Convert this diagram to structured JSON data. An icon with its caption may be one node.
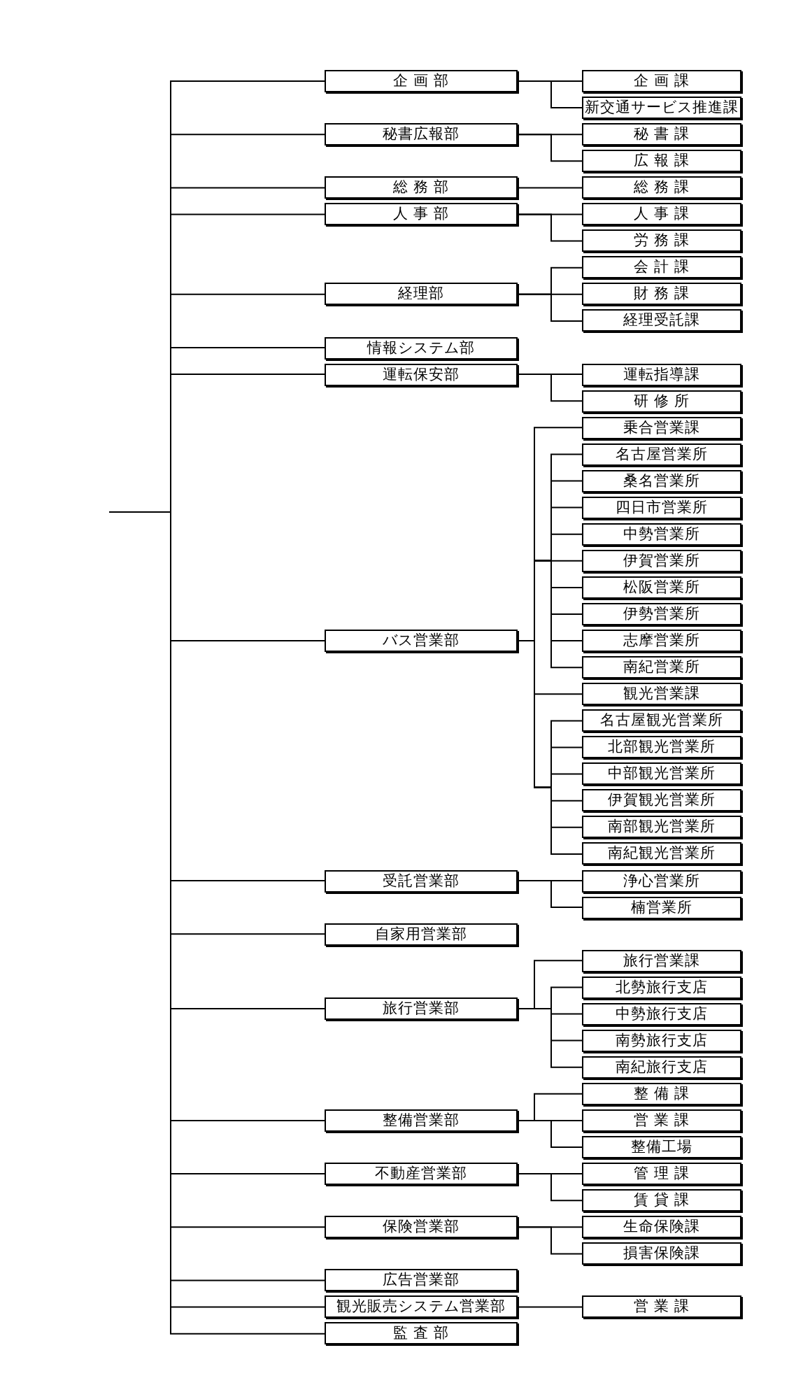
{
  "diagram": {
    "nodes": [
      {
        "text": [
          "企 画 部"
        ]
      },
      {
        "text": [
          "企 画 課"
        ]
      },
      {
        "text": [
          "新交通サービス推進課"
        ]
      },
      {
        "text": [
          "秘書広報部"
        ]
      },
      {
        "text": [
          "秘 書 課"
        ]
      },
      {
        "text": [
          "広 報 課"
        ]
      },
      {
        "text": [
          "総 務 部"
        ]
      },
      {
        "text": [
          "総 務 課"
        ]
      },
      {
        "text": [
          "人 事 部"
        ]
      },
      {
        "text": [
          "人 事 課"
        ]
      },
      {
        "text": [
          "労 務 課"
        ]
      },
      {
        "text": [
          "経理部"
        ]
      },
      {
        "text": [
          "会 計 課"
        ]
      },
      {
        "text": [
          "財 務 課"
        ]
      },
      {
        "text": [
          "経理受託課"
        ]
      },
      {
        "text": [
          "情報システム部"
        ]
      },
      {
        "text": [
          "運転保安部"
        ]
      },
      {
        "text": [
          "運転指導課"
        ]
      },
      {
        "text": [
          "研 修 所"
        ]
      },
      {
        "text": [
          "バス営業部"
        ]
      },
      {
        "text": [
          "乗合営業課"
        ]
      },
      {
        "text": [
          "名古屋営業所"
        ]
      },
      {
        "text": [
          "桑名営業所"
        ]
      },
      {
        "text": [
          "四日市営業所"
        ]
      },
      {
        "text": [
          "中勢営業所"
        ]
      },
      {
        "text": [
          "伊賀営業所"
        ]
      },
      {
        "text": [
          "松阪営業所"
        ]
      },
      {
        "text": [
          "伊勢営業所"
        ]
      },
      {
        "text": [
          "志摩営業所"
        ]
      },
      {
        "text": [
          "南紀営業所"
        ]
      },
      {
        "text": [
          "観光営業課"
        ]
      },
      {
        "text": [
          "名古屋観光営業所"
        ]
      },
      {
        "text": [
          "北部観光営業所"
        ]
      },
      {
        "text": [
          "中部観光営業所"
        ]
      },
      {
        "text": [
          "伊賀観光営業所"
        ]
      },
      {
        "text": [
          "南部観光営業所"
        ]
      },
      {
        "text": [
          "南紀観光営業所"
        ]
      },
      {
        "text": [
          "受託営業部"
        ]
      },
      {
        "text": [
          "浄心営業所"
        ]
      },
      {
        "text": [
          "楠営業所"
        ]
      },
      {
        "text": [
          "自家用営業部"
        ]
      },
      {
        "text": [
          "旅行営業部"
        ]
      },
      {
        "text": [
          "旅行営業課"
        ]
      },
      {
        "text": [
          "北勢旅行支店"
        ]
      },
      {
        "text": [
          "中勢旅行支店"
        ]
      },
      {
        "text": [
          "南勢旅行支店"
        ]
      },
      {
        "text": [
          "南紀旅行支店"
        ]
      },
      {
        "text": [
          "整備営業部"
        ]
      },
      {
        "text": [
          "整 備 課"
        ]
      },
      {
        "text": [
          "営 業 課"
        ]
      },
      {
        "text": [
          "整備工場"
        ]
      },
      {
        "text": [
          "不動産営業部"
        ]
      },
      {
        "text": [
          "管 理 課"
        ]
      },
      {
        "text": [
          "賃 貸 課"
        ]
      },
      {
        "text": [
          "保険営業部"
        ]
      },
      {
        "text": [
          "生命保険課"
        ]
      },
      {
        "text": [
          "損害保険課"
        ]
      },
      {
        "text": [
          "広告営業部"
        ]
      },
      {
        "text": [
          "観光販売システム営業部"
        ]
      },
      {
        "text": [
          "営 業 課"
        ]
      },
      {
        "text": [
          "監 査 部"
        ]
      }
    ],
    "edges": [
      {
        "from": null,
        "to": 0,
        "arrow": "none"
      },
      {
        "from": 0,
        "to": 1,
        "arrow": "none"
      },
      {
        "from": 0,
        "to": 2,
        "arrow": "none"
      },
      {
        "from": null,
        "to": 3,
        "arrow": "none"
      },
      {
        "from": 3,
        "to": 4,
        "arrow": "none"
      },
      {
        "from": 3,
        "to": 5,
        "arrow": "none"
      },
      {
        "from": null,
        "to": 6,
        "arrow": "none"
      },
      {
        "from": 6,
        "to": 7,
        "arrow": "none"
      },
      {
        "from": null,
        "to": 8,
        "arrow": "none"
      },
      {
        "from": 8,
        "to": 9,
        "arrow": "none"
      },
      {
        "from": 8,
        "to": 10,
        "arrow": "none"
      },
      {
        "from": null,
        "to": 11,
        "arrow": "none"
      },
      {
        "from": 11,
        "to": 12,
        "arrow": "none"
      },
      {
        "from": 11,
        "to": 13,
        "arrow": "none"
      },
      {
        "from": 11,
        "to": 14,
        "arrow": "none"
      },
      {
        "from": null,
        "to": 15,
        "arrow": "none"
      },
      {
        "from": null,
        "to": 16,
        "arrow": "none"
      },
      {
        "from": 16,
        "to": 17,
        "arrow": "none"
      },
      {
        "from": 16,
        "to": 18,
        "arrow": "none"
      },
      {
        "from": null,
        "to": 19,
        "arrow": "none"
      },
      {
        "from": 19,
        "to": 20,
        "arrow": "none"
      },
      {
        "from": 19,
        "to": 21,
        "arrow": "none"
      },
      {
        "from": 19,
        "to": 22,
        "arrow": "none"
      },
      {
        "from": 19,
        "to": 23,
        "arrow": "none"
      },
      {
        "from": 19,
        "to": 24,
        "arrow": "none"
      },
      {
        "from": 19,
        "to": 25,
        "arrow": "none"
      },
      {
        "from": 19,
        "to": 26,
        "arrow": "none"
      },
      {
        "from": 19,
        "to": 27,
        "arrow": "none"
      },
      {
        "from": 19,
        "to": 28,
        "arrow": "none"
      },
      {
        "from": 19,
        "to": 29,
        "arrow": "none"
      },
      {
        "from": 19,
        "to": 30,
        "arrow": "none"
      },
      {
        "from": 19,
        "to": 31,
        "arrow": "none"
      },
      {
        "from": 19,
        "to": 32,
        "arrow": "none"
      },
      {
        "from": 19,
        "to": 33,
        "arrow": "none"
      },
      {
        "from": 19,
        "to": 34,
        "arrow": "none"
      },
      {
        "from": 19,
        "to": 35,
        "arrow": "none"
      },
      {
        "from": 19,
        "to": 36,
        "arrow": "none"
      },
      {
        "from": null,
        "to": 37,
        "arrow": "none"
      },
      {
        "from": 37,
        "to": 38,
        "arrow": "none"
      },
      {
        "from": 37,
        "to": 39,
        "arrow": "none"
      },
      {
        "from": null,
        "to": 40,
        "arrow": "none"
      },
      {
        "from": null,
        "to": 41,
        "arrow": "none"
      },
      {
        "from": 41,
        "to": 42,
        "arrow": "none"
      },
      {
        "from": 41,
        "to": 43,
        "arrow": "none"
      },
      {
        "from": 41,
        "to": 44,
        "arrow": "none"
      },
      {
        "from": 41,
        "to": 45,
        "arrow": "none"
      },
      {
        "from": 41,
        "to": 46,
        "arrow": "none"
      },
      {
        "from": null,
        "to": 47,
        "arrow": "none"
      },
      {
        "from": 47,
        "to": 48,
        "arrow": "none"
      },
      {
        "from": 47,
        "to": 49,
        "arrow": "none"
      },
      {
        "from": 47,
        "to": 50,
        "arrow": "none"
      },
      {
        "from": null,
        "to": 51,
        "arrow": "none"
      },
      {
        "from": 51,
        "to": 52,
        "arrow": "none"
      },
      {
        "from": 51,
        "to": 53,
        "arrow": "none"
      },
      {
        "from": null,
        "to": 54,
        "arrow": "none"
      },
      {
        "from": 54,
        "to": 55,
        "arrow": "none"
      },
      {
        "from": 54,
        "to": 56,
        "arrow": "none"
      },
      {
        "from": null,
        "to": 57,
        "arrow": "none"
      },
      {
        "from": null,
        "to": 58,
        "arrow": "none"
      },
      {
        "from": 58,
        "to": 59,
        "arrow": "none"
      },
      {
        "from": null,
        "to": 60,
        "arrow": "none"
      }
    ]
  }
}
